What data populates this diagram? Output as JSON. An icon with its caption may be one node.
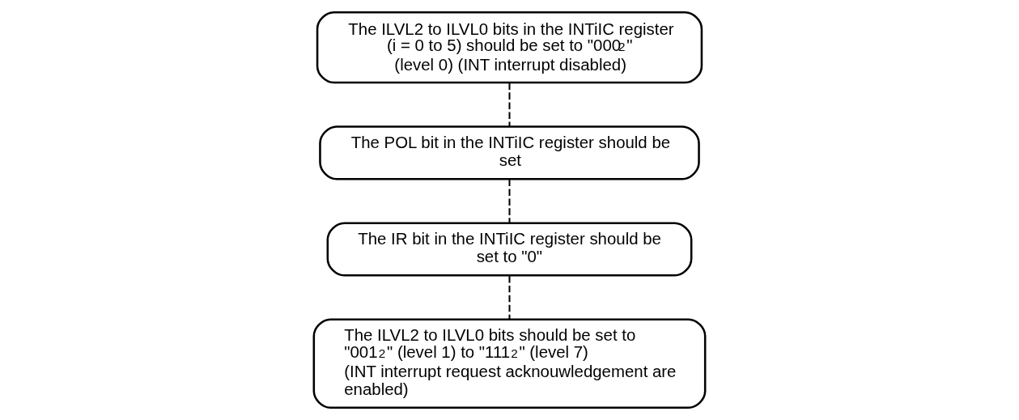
{
  "diagram": {
    "nodes": [
      {
        "text": [
          "The ILVL2 to ILVL0 bits in the INTiIC register (i = 0 to 5) should be set to \"000$_{2}$\" (level 0) (INT interrupt disabled)"
        ]
      },
      {
        "text": [
          "The POL bit in the INTiIC register should be set"
        ]
      },
      {
        "text": [
          "The IR bit in the INTiIC register should be set to \"0\""
        ]
      },
      {
        "text": [
          "The ILVL2 to ILVL0 bits should be set to \"001$_{2}$\" (level 1) to \"111$_{2}$\" (level 7) (INT interrupt request acknouwledgement are enabled)"
        ]
      }
    ],
    "edges": [
      {
        "from": 0,
        "to": 1,
        "arrow": "none",
        "style": "dashed"
      },
      {
        "from": 1,
        "to": 2,
        "arrow": "none",
        "style": "dashed"
      },
      {
        "from": 2,
        "to": 3,
        "arrow": "none",
        "style": "dashed"
      }
    ]
  }
}
